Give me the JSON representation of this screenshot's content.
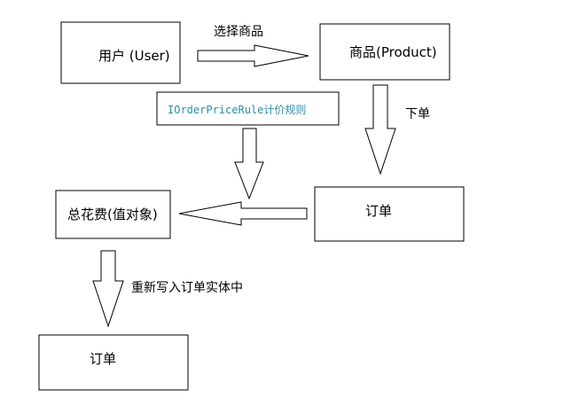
{
  "nodes": {
    "user": "用户 (User)",
    "product": "商品(Product)",
    "order_1": "订单",
    "total_fee": "总花费(值对象)",
    "order_2": "订单"
  },
  "rule_box": {
    "label": "IOrderPriceRule计价规则"
  },
  "edges": {
    "select_product": "选择商品",
    "place_order": "下单",
    "write_back": "重新写入订单实体中"
  }
}
